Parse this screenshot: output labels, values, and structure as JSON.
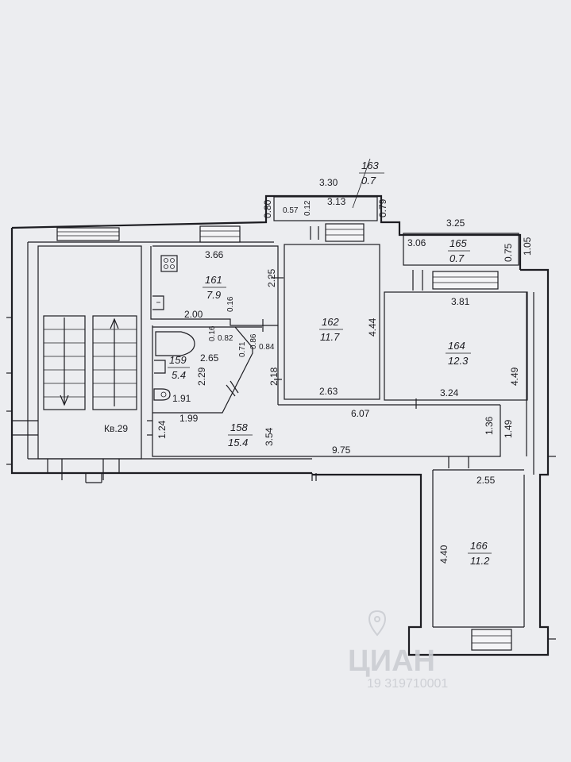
{
  "apartment_label": "Кв.29",
  "rooms": [
    {
      "id": "158",
      "area": "15.4"
    },
    {
      "id": "159",
      "area": "5.4"
    },
    {
      "id": "161",
      "area": "7.9"
    },
    {
      "id": "162",
      "area": "11.7"
    },
    {
      "id": "163",
      "area": "0.7"
    },
    {
      "id": "164",
      "area": "12.3"
    },
    {
      "id": "165",
      "area": "0.7"
    },
    {
      "id": "166",
      "area": "11.2"
    }
  ],
  "dimensions": {
    "d_3_30": "3.30",
    "d_3_13": "3.13",
    "d_0_80": "0.80",
    "d_0_57": "0.57",
    "d_0_12": "0.12",
    "d_0_79": "0.79",
    "d_3_25": "3.25",
    "d_3_06": "3.06",
    "d_0_75": "0.75",
    "d_1_05": "1.05",
    "d_3_66": "3.66",
    "d_2_25": "2.25",
    "d_0_16a": "0.16",
    "d_2_00": "2.00",
    "d_0_16b": "0.16",
    "d_0_82": "0.82",
    "d_0_71": "0.71",
    "d_0_86": "0.86",
    "d_0_84": "0.84",
    "d_2_65": "2.65",
    "d_2_29": "2.29",
    "d_1_91": "1.91",
    "d_2_18": "2.18",
    "d_4_44": "4.44",
    "d_2_63": "2.63",
    "d_3_81": "3.81",
    "d_4_49": "4.49",
    "d_3_24": "3.24",
    "d_6_07": "6.07",
    "d_1_24": "1.24",
    "d_1_99": "1.99",
    "d_3_54": "3.54",
    "d_1_36": "1.36",
    "d_1_49": "1.49",
    "d_9_75": "9.75",
    "d_2_55": "2.55",
    "d_4_40": "4.40"
  },
  "watermark": {
    "brand": "ЦИАН",
    "code": "19 319710001"
  }
}
